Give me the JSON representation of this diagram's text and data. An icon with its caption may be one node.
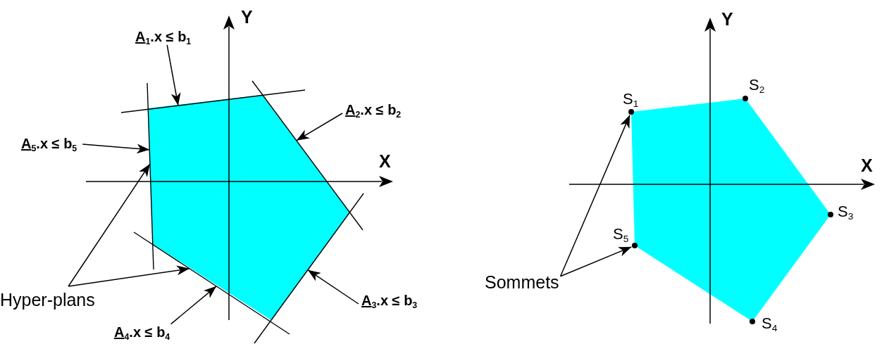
{
  "diagram": {
    "nodes": [
      {
        "text": [
          "A$_{1}$.x ≤ b$_{1}$"
        ]
      },
      {
        "text": [],
        "shape": "line"
      },
      {
        "text": [
          "A$_{2}$.x ≤ b$_{2}$"
        ]
      },
      {
        "text": [],
        "shape": "line"
      },
      {
        "text": [
          "A$_{5}$.x ≤ b$_{5}$"
        ]
      },
      {
        "text": [],
        "shape": "line"
      },
      {
        "text": [],
        "shape": "line"
      },
      {
        "text": [],
        "shape": "line"
      },
      {
        "text": [
          "Hyper-plans"
        ]
      },
      {
        "text": [
          "A$_{3}$.x ≤ b$_{3}$"
        ]
      },
      {
        "text": [
          "A$_{4}$.x ≤ b$_{4}$"
        ]
      },
      {
        "text": [],
        "shape": "circle",
        "beside": [
          "S$_{1}$"
        ]
      },
      {
        "text": [],
        "shape": "circle",
        "beside": [
          "S$_{2}$"
        ]
      },
      {
        "text": [],
        "shape": "circle",
        "beside": [
          "S$_{3}$"
        ]
      },
      {
        "text": [],
        "shape": "circle",
        "beside": [
          "S$_{4}$"
        ]
      },
      {
        "text": [],
        "shape": "circle",
        "beside": [
          "S$_{5}$"
        ]
      },
      {
        "text": [
          "Sommets"
        ]
      }
    ],
    "edges": [
      {
        "from": 0,
        "to": 1,
        "arrow": "to"
      },
      {
        "from": 2,
        "to": 3,
        "arrow": "to"
      },
      {
        "from": 4,
        "to": 5,
        "arrow": "to"
      },
      {
        "from": 8,
        "to": 5,
        "arrow": "to"
      },
      {
        "from": 8,
        "to": 7,
        "arrow": "to"
      },
      {
        "from": 9,
        "to": 6,
        "arrow": "to"
      },
      {
        "from": 10,
        "to": 7,
        "arrow": "to"
      },
      {
        "from": 16,
        "to": 11,
        "arrow": "to"
      },
      {
        "from": 16,
        "to": 15,
        "arrow": "to"
      }
    ],
    "labels": [
      "Y",
      "X",
      "Y",
      "X"
    ]
  }
}
